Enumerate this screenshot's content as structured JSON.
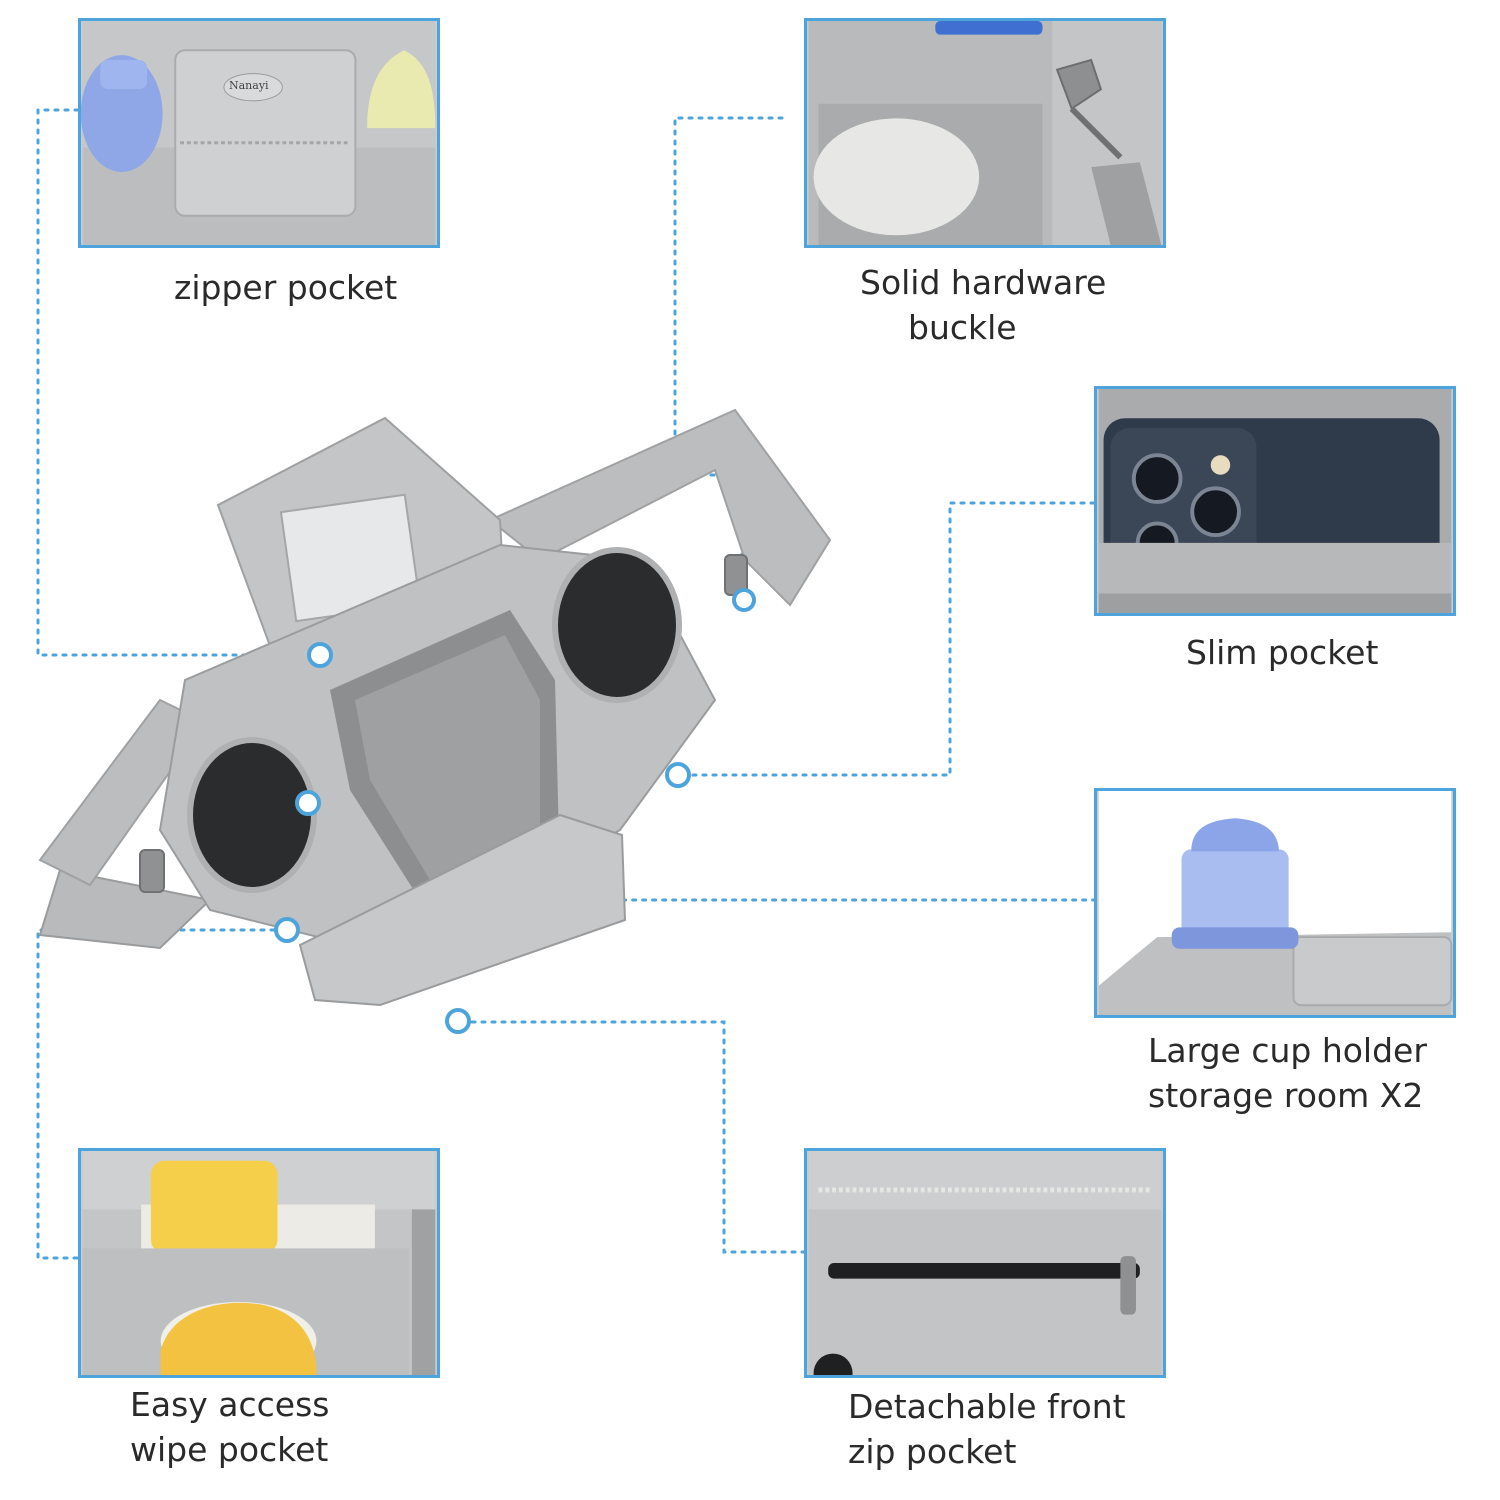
{
  "brand_tag": "Nanayi",
  "accent_color": "#4da3dc",
  "bag_color": "#bfc0c1",
  "features": {
    "zipper_pocket": {
      "lines": [
        "zipper pocket"
      ]
    },
    "hardware_buckle": {
      "lines": [
        "Solid hardware",
        "buckle"
      ]
    },
    "slim_pocket": {
      "lines": [
        "Slim pocket"
      ]
    },
    "cup_holder": {
      "lines": [
        "Large cup holder",
        "storage room X2"
      ]
    },
    "wipe_pocket": {
      "lines": [
        "Easy access",
        "wipe pocket"
      ]
    },
    "front_zip_pocket": {
      "lines": [
        "Detachable front",
        "zip pocket"
      ]
    }
  }
}
